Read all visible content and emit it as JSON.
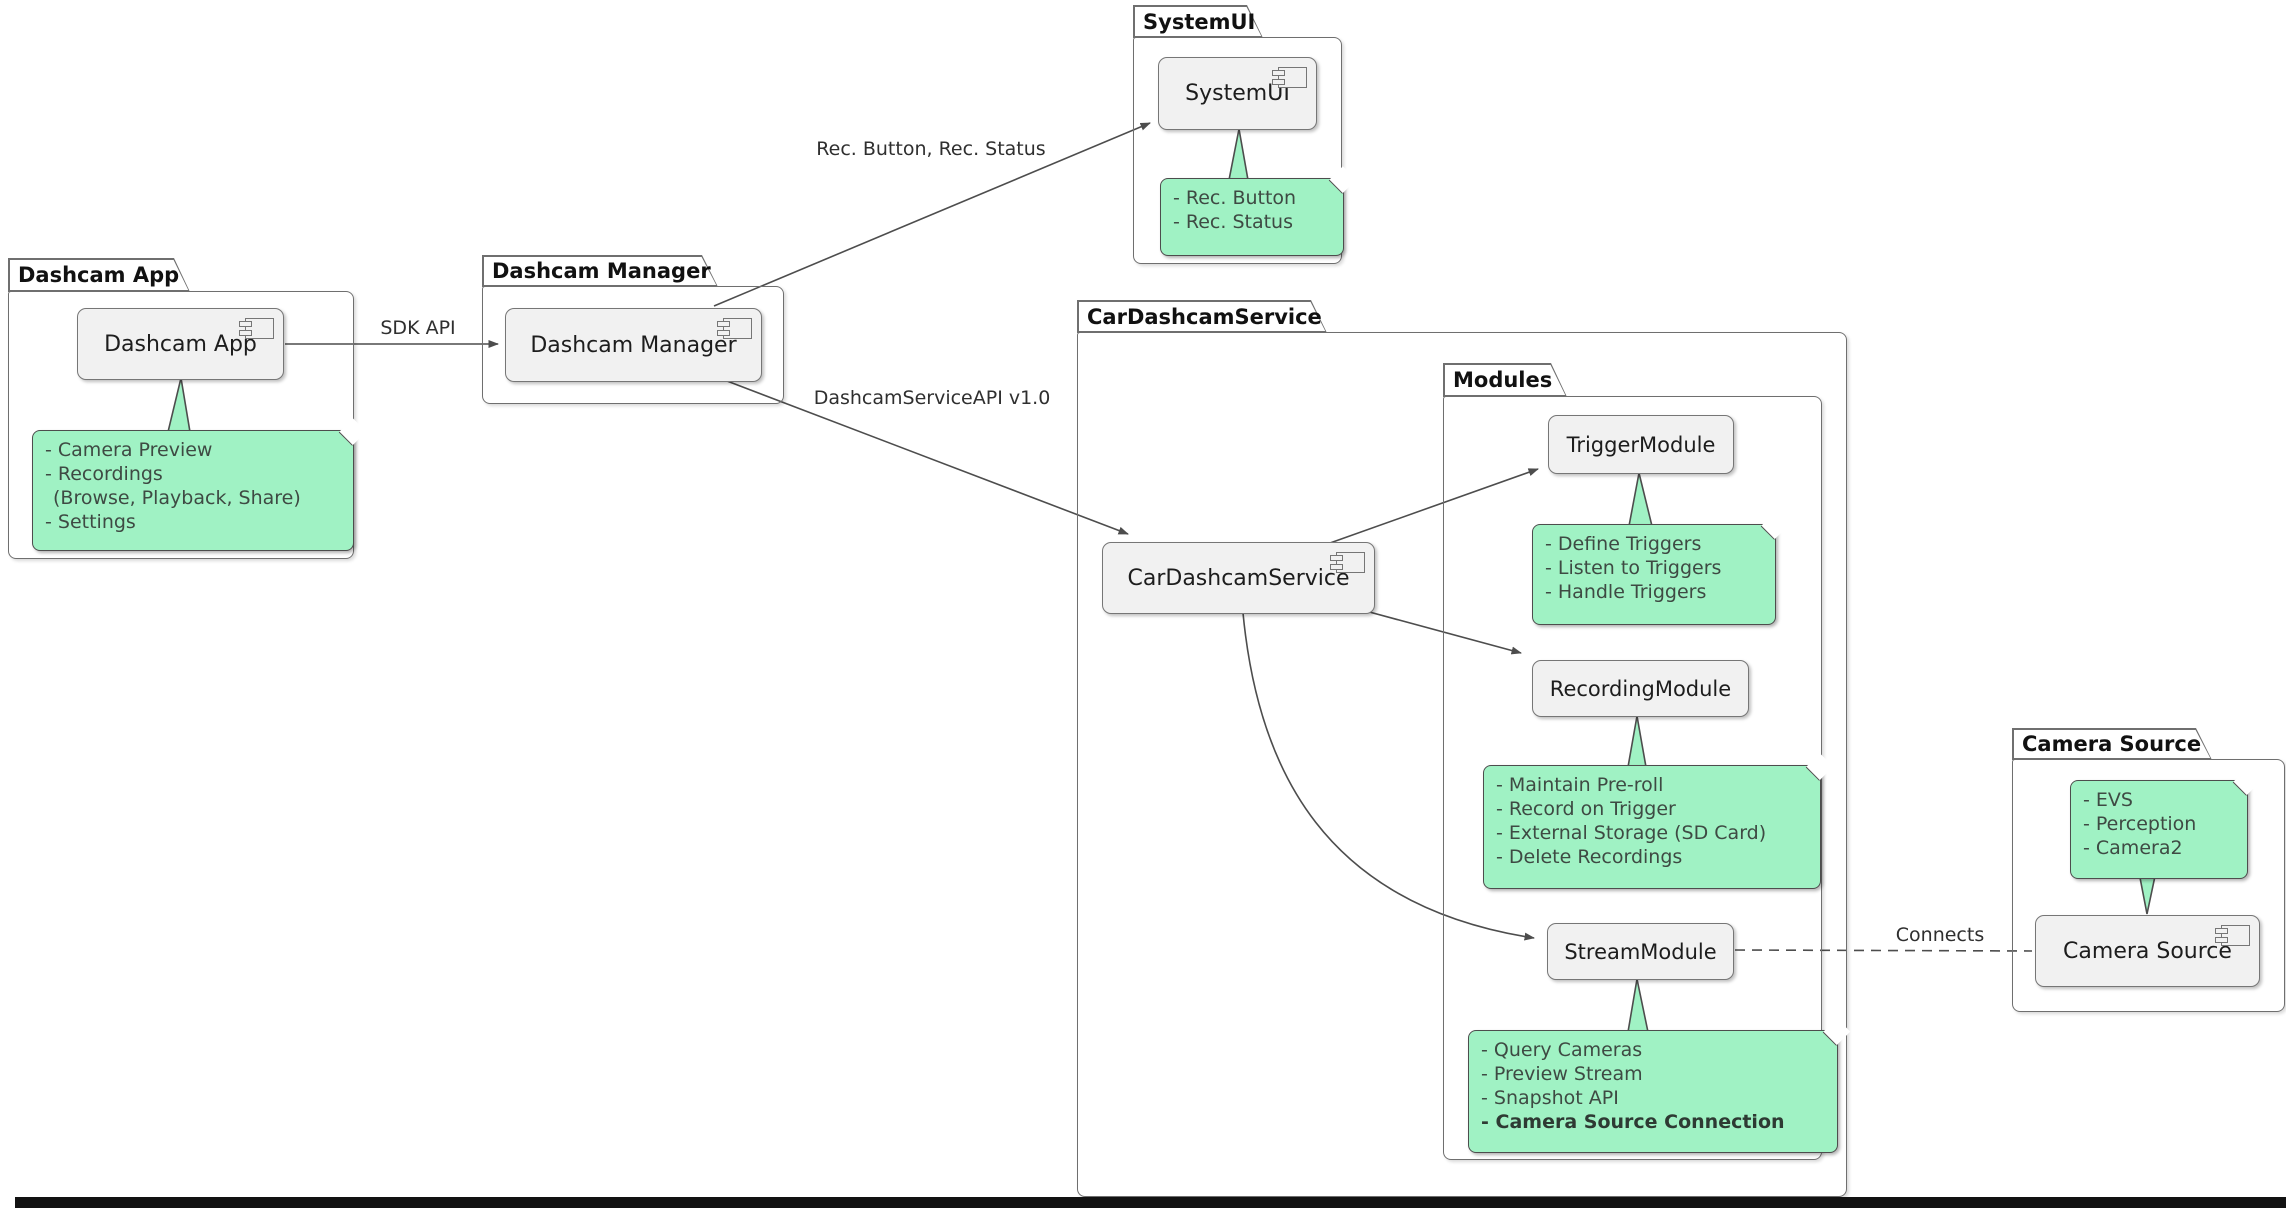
{
  "diagram": {
    "packages": {
      "dashcam_app": {
        "title": "Dashcam App"
      },
      "dashcam_manager": {
        "title": "Dashcam Manager"
      },
      "systemui": {
        "title": "SystemUI"
      },
      "cardashcamservice": {
        "title": "CarDashcamService"
      },
      "modules": {
        "title": "Modules"
      },
      "camera_source": {
        "title": "Camera Source"
      }
    },
    "components": {
      "dashcam_app": {
        "label": "Dashcam App"
      },
      "dashcam_manager": {
        "label": "Dashcam Manager"
      },
      "systemui": {
        "label": "SystemUI"
      },
      "cardashcamservice": {
        "label": "CarDashcamService"
      },
      "trigger_module": {
        "label": "TriggerModule"
      },
      "recording_module": {
        "label": "RecordingModule"
      },
      "stream_module": {
        "label": "StreamModule"
      },
      "camera_source": {
        "label": "Camera Source"
      }
    },
    "notes": {
      "dashcam_app": {
        "lines": [
          "- Camera Preview",
          "- Recordings",
          "(Browse, Playback, Share)",
          "- Settings"
        ]
      },
      "systemui": {
        "lines": [
          "- Rec. Button",
          "- Rec. Status"
        ]
      },
      "trigger_module": {
        "lines": [
          "- Define Triggers",
          "- Listen to Triggers",
          "- Handle Triggers"
        ]
      },
      "recording_module": {
        "lines": [
          "- Maintain Pre-roll",
          "- Record on Trigger",
          "- External Storage (SD Card)",
          "- Delete Recordings"
        ]
      },
      "stream_module": {
        "lines": [
          "- Query Cameras",
          "- Preview Stream",
          "- Snapshot API",
          "- Camera Source Connection"
        ]
      },
      "camera_source": {
        "lines": [
          "- EVS",
          "- Perception",
          "- Camera2"
        ]
      }
    },
    "edges": {
      "sdk_api": {
        "label": "SDK API"
      },
      "rec_button_status": {
        "label": "Rec. Button, Rec. Status"
      },
      "dashcam_service_api": {
        "label": "DashcamServiceAPI v1.0"
      },
      "connects": {
        "label": "Connects"
      }
    },
    "colors": {
      "note_fill": "#a0f2c4",
      "component_fill": "#f1f1f1",
      "outline": "#6f6f6f",
      "edge": "#4d4d4d",
      "bottom_bar": "#121212"
    }
  }
}
